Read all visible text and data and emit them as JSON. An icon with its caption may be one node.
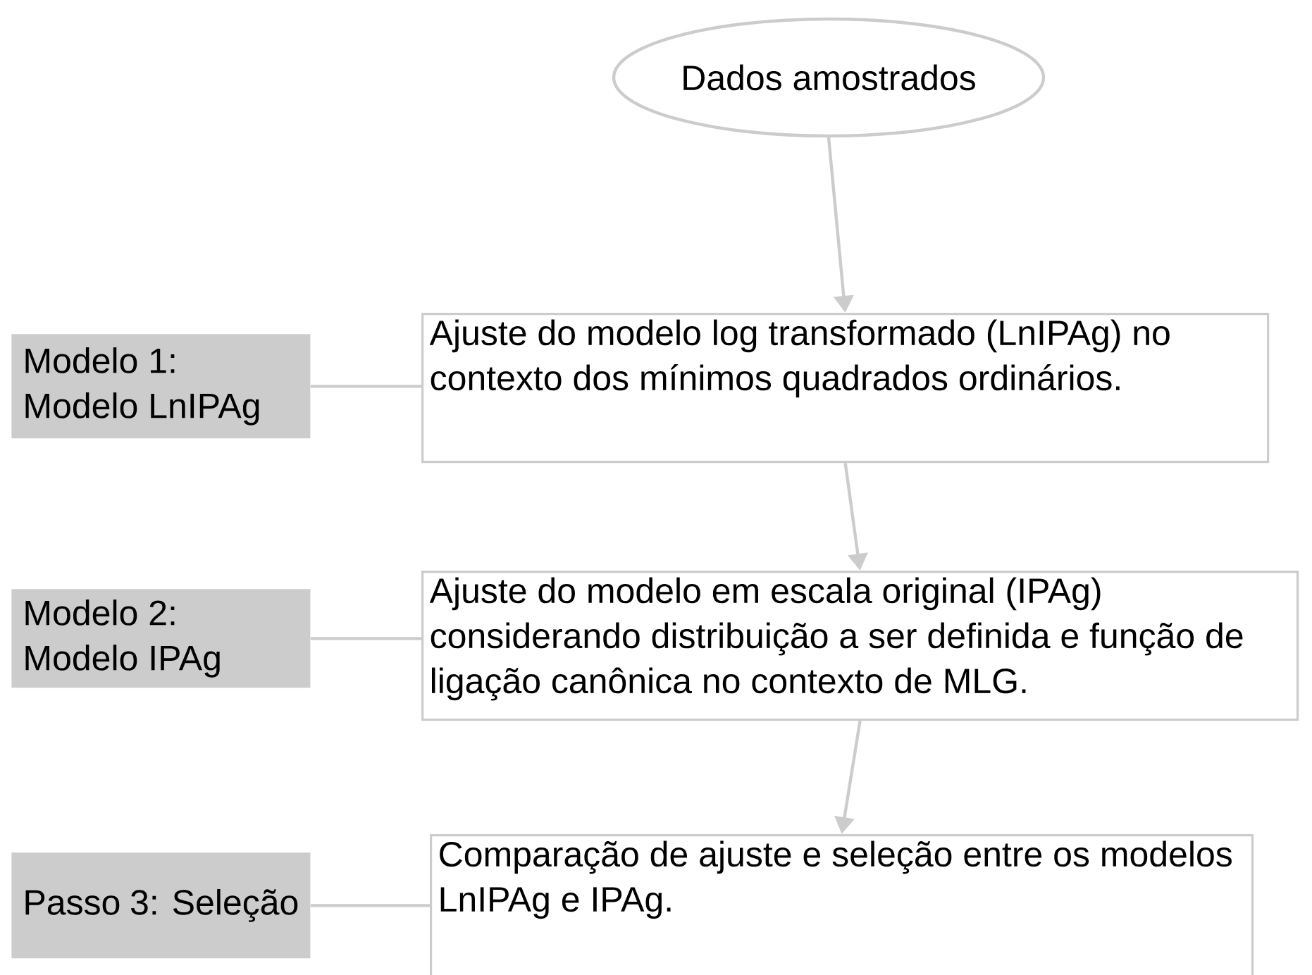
{
  "diagram": {
    "nodes": [
      {
        "text": [
          "Dados amostrados"
        ]
      },
      {
        "text": [
          "Modelo 1: Modelo LnIPAg"
        ]
      },
      {
        "text": [
          "Ajuste do modelo log transformado (LnIPAg) no contexto dos mínimos quadrados ordinários."
        ]
      },
      {
        "text": [
          "Modelo  2: Modelo IPAg"
        ]
      },
      {
        "text": [
          "Ajuste do modelo em escala original (IPAg) considerando distribuição a ser definida e função de ligação canônica no contexto de MLG."
        ]
      },
      {
        "text": [
          "Passo 3: Seleção"
        ]
      },
      {
        "text": [
          "Comparação de ajuste e seleção entre os modelos LnIPAg e IPAg."
        ]
      }
    ],
    "edges": [
      {
        "from": 0,
        "to": 2,
        "arrow": "to"
      },
      {
        "from": 1,
        "to": 2,
        "arrow": "none"
      },
      {
        "from": 2,
        "to": 4,
        "arrow": "to"
      },
      {
        "from": 3,
        "to": 4,
        "arrow": "none"
      },
      {
        "from": 4,
        "to": 6,
        "arrow": "to"
      },
      {
        "from": 5,
        "to": 6,
        "arrow": "none"
      }
    ]
  }
}
